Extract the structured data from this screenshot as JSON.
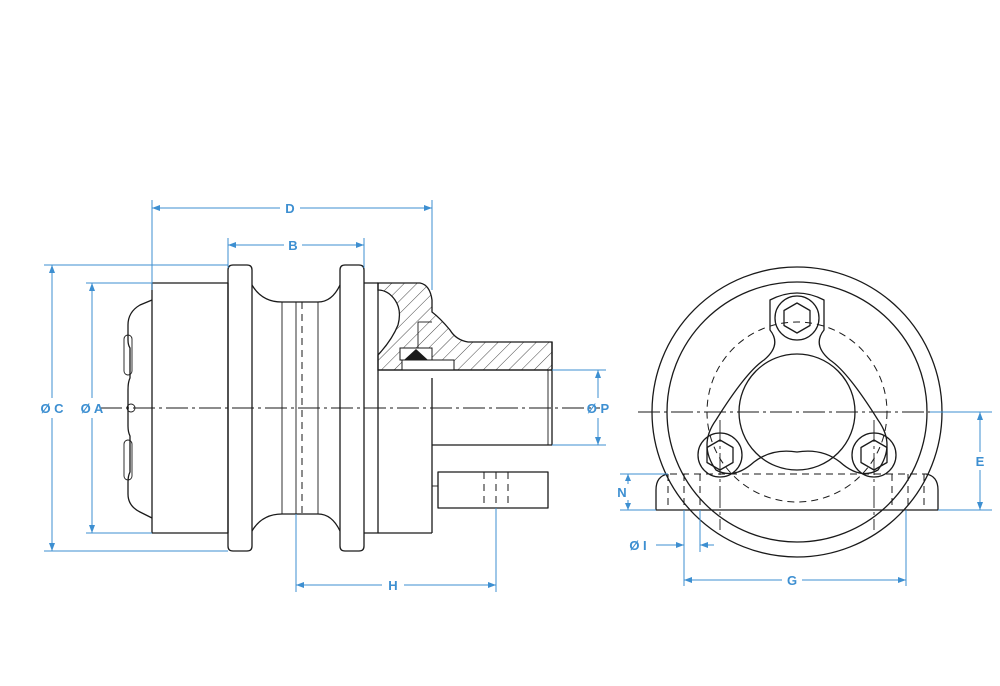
{
  "labels": {
    "D": "D",
    "B": "B",
    "H": "H",
    "C": "Ø C",
    "A": "Ø A",
    "P": "Ø P",
    "E": "E",
    "N": "N",
    "I": "Ø I",
    "G": "G"
  },
  "colors": {
    "dimension": "#3d8fd1",
    "line": "#1a1a1a",
    "background": "#ffffff"
  }
}
